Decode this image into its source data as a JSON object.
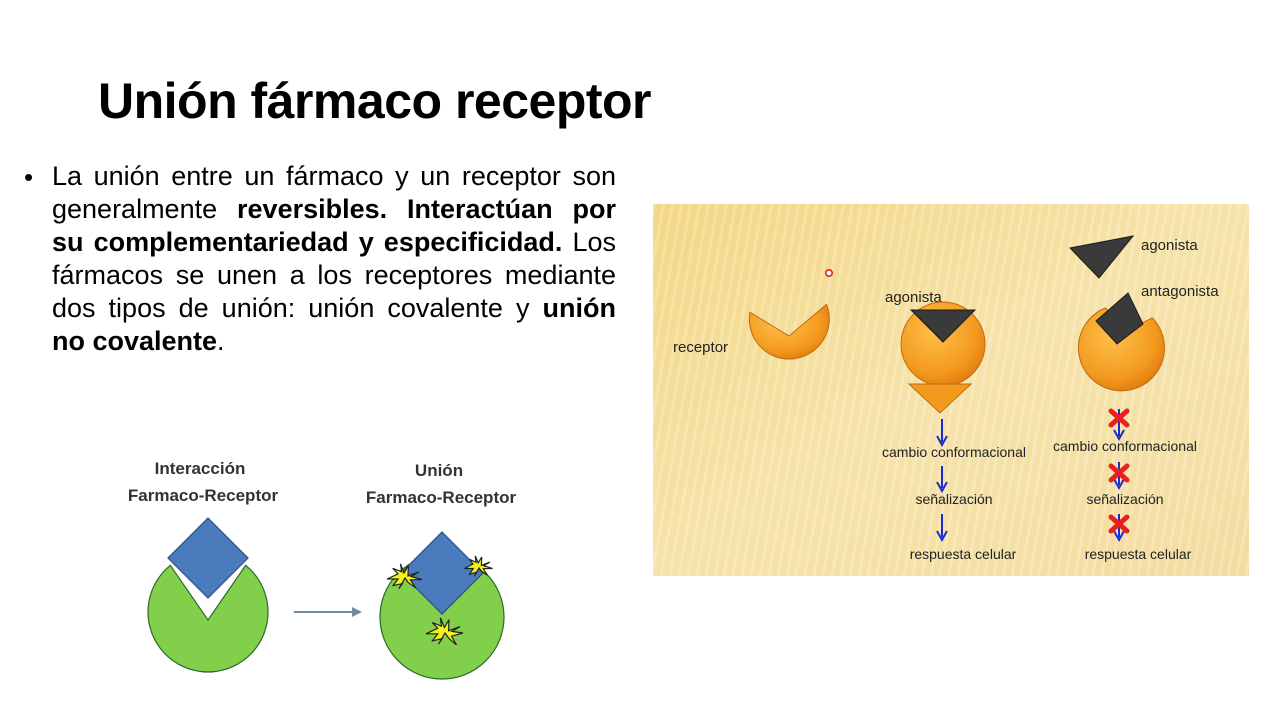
{
  "slide": {
    "title": "Unión fármaco receptor",
    "paragraph": {
      "t1": "La unión entre un fármaco y un receptor son generalmente ",
      "b1": "reversibles. Interactúan por su complementariedad y especificidad.",
      "t2": " Los fármacos se unen a los receptores mediante dos tipos de unión: unión covalente y ",
      "b2": "unión no covalente",
      "t3": "."
    }
  },
  "left_figure": {
    "label_interaction_line1": "Interacción",
    "label_interaction_line2": "Farmaco-Receptor",
    "label_union_line1": "Unión",
    "label_union_line2": "Farmaco-Receptor",
    "colors": {
      "receptor": "#82cf4c",
      "drug": "#4a7bbd",
      "spark": "#f4f21c"
    }
  },
  "right_figure": {
    "receptor_label": "receptor",
    "agonist_label": "agonista",
    "top_agonist_label": "agonista",
    "antagonist_label": "antagonista",
    "agonist_steps": [
      "cambio conformacional",
      "señalización",
      "respuesta celular"
    ],
    "antagonist_steps": [
      "cambio conformacional",
      "señalización",
      "respuesta celular"
    ],
    "colors": {
      "receptor": "#f39a1f",
      "ligand": "#3a3a3a",
      "arrow": "#1a2bd0",
      "block": "#e8201e"
    }
  }
}
